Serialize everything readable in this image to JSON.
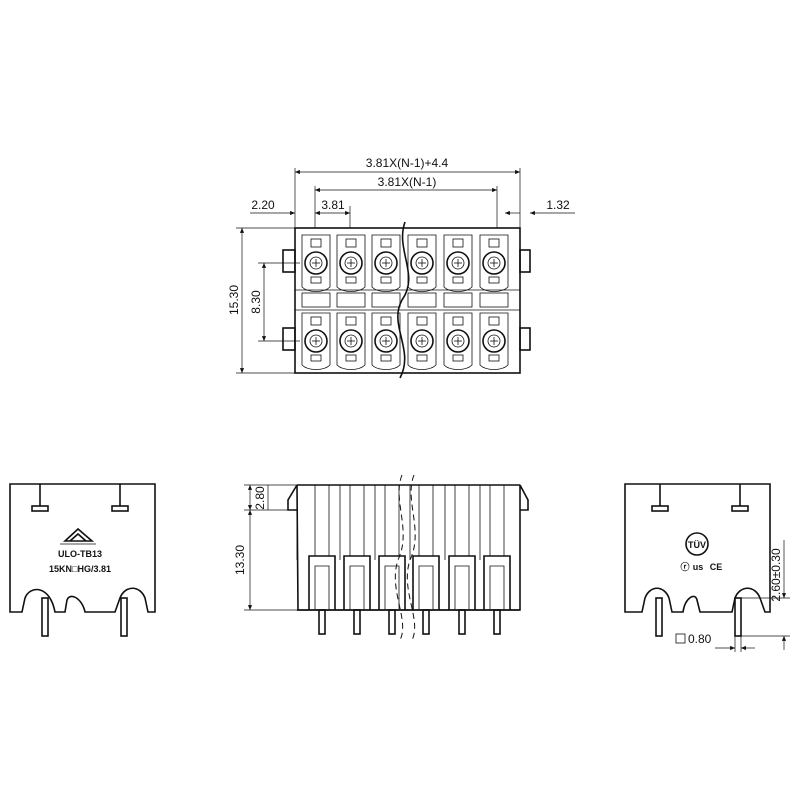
{
  "dims": {
    "overall_width": "3.81X(N-1)+4.4",
    "pitch_span": "3.81X(N-1)",
    "edge_left": "2.20",
    "pitch": "3.81",
    "edge_right": "1.32",
    "total_height": "15.30",
    "row_spacing": "8.30",
    "top_step": "2.80",
    "body_height": "13.30",
    "pin_length": "2.60±0.30",
    "pin_size": "0.80"
  },
  "marking": {
    "brand": "ULO-TB13",
    "model": "15KN□HG/3.81"
  },
  "cert": {
    "tuv": "TÜV",
    "us": "us",
    "ce": "CE"
  }
}
